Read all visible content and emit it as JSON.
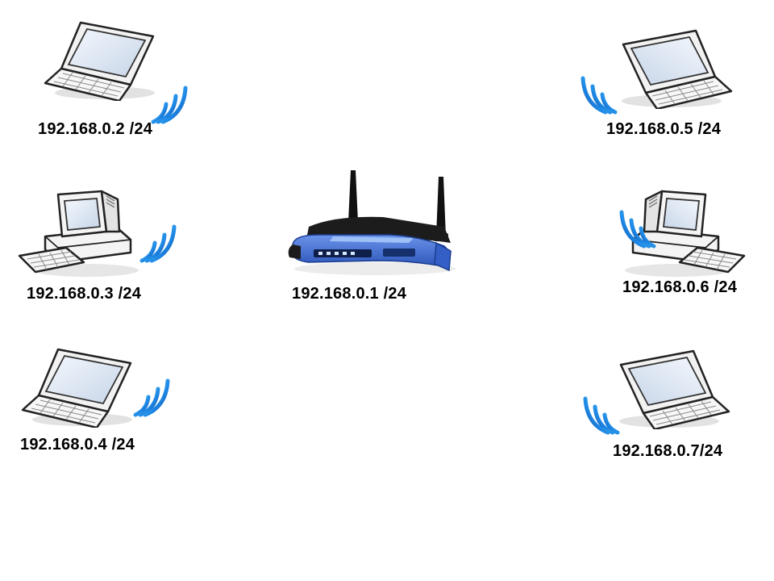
{
  "router": {
    "label": "192.168.0.1 /24",
    "icon": "wireless-router-icon",
    "color": "#3d6fd6"
  },
  "clients": [
    {
      "label": "192.168.0.2 /24",
      "device": "laptop",
      "icon": "laptop-icon"
    },
    {
      "label": "192.168.0.3 /24",
      "device": "desktop",
      "icon": "desktop-computer-icon"
    },
    {
      "label": "192.168.0.4 /24",
      "device": "laptop",
      "icon": "laptop-icon"
    },
    {
      "label": "192.168.0.5 /24",
      "device": "laptop",
      "icon": "laptop-icon"
    },
    {
      "label": "192.168.0.6 /24",
      "device": "desktop",
      "icon": "desktop-computer-icon"
    },
    {
      "label": "192.168.0.7/24",
      "device": "laptop",
      "icon": "laptop-icon"
    }
  ],
  "signal_icon": "wifi-signal-icon",
  "colors": {
    "wifi": "#1e88e5",
    "device_outline": "#222222",
    "screen": "#dde6f2"
  }
}
